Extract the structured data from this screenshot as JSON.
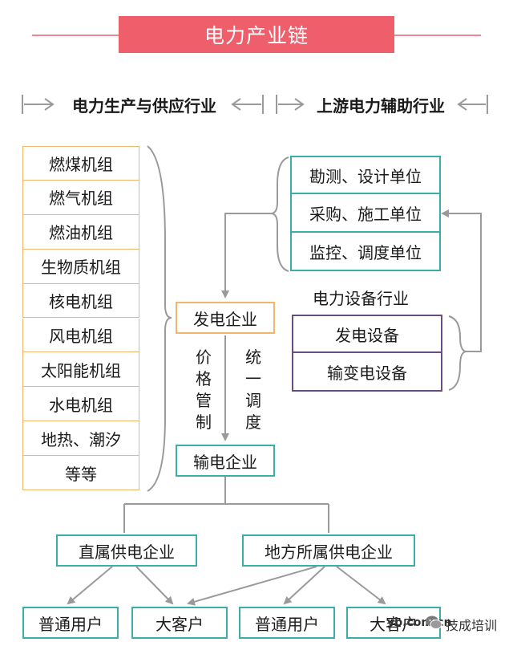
{
  "title": "电力产业链",
  "sections": {
    "left": "电力生产与供应行业",
    "right": "上游电力辅助行业"
  },
  "generation_units": [
    "燃煤机组",
    "燃气机组",
    "燃油机组",
    "生物质机组",
    "核电机组",
    "风电机组",
    "太阳能机组",
    "水电机组",
    "地热、潮汐",
    "等等"
  ],
  "auxiliary_units": [
    "勘测、设计单位",
    "采购、施工单位",
    "监控、调度单位"
  ],
  "equipment": {
    "label": "电力设备行业",
    "items": [
      "发电设备",
      "输变电设备"
    ]
  },
  "power_generation_company": "发电企业",
  "price_control": [
    "价",
    "格",
    "管",
    "制"
  ],
  "unified_dispatch": [
    "统",
    "一",
    "调",
    "度"
  ],
  "transmission_company": "输电企业",
  "supply": {
    "direct": "直属供电企业",
    "local": "地方所属供电企业"
  },
  "users": [
    "普通用户",
    "大客户",
    "普通用户",
    "大客户"
  ],
  "watermark": {
    "site": "yb.com.cn",
    "account": "技成培训"
  },
  "colors": {
    "title_bg": "#ef5f6b",
    "orange_border": "#f3b56a",
    "teal_border": "#3aafa9",
    "purple_border": "#6a4e82",
    "connector": "#9a9a9a"
  }
}
